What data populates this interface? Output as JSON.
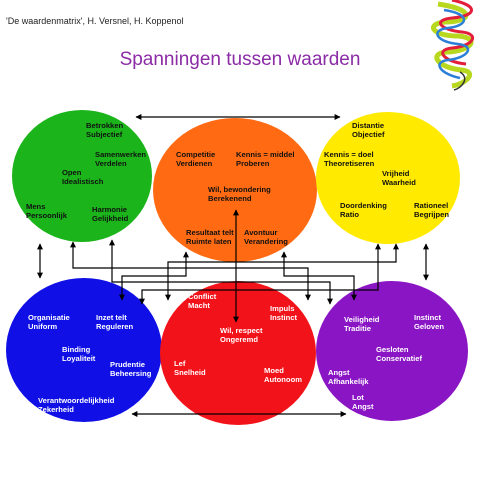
{
  "header": "'De waardenmatrix', H. Versnel, H.  Koppenol",
  "title": "Spanningen tussen waarden",
  "circles": [
    {
      "id": "green",
      "color": "#1bb51b",
      "text_class": "on-light",
      "labels": [
        [
          "Betrokken",
          "Subjectief"
        ],
        [
          "Samenwerken",
          "Verdelen"
        ],
        [
          "Open",
          "Idealistisch"
        ],
        [
          "Mens",
          "Persoonlijk"
        ],
        [
          "Harmonie",
          "Gelijkheid"
        ]
      ]
    },
    {
      "id": "orange",
      "color": "#ff6a12",
      "text_class": "on-light",
      "labels": [
        [
          "Competitie",
          "Verdienen"
        ],
        [
          "Kennis = middel",
          "Proberen"
        ],
        [
          "Wil, bewondering",
          "Berekenend"
        ],
        [
          "Resultaat telt",
          "Ruimte laten"
        ],
        [
          "Avontuur",
          "Verandering"
        ]
      ]
    },
    {
      "id": "yellow",
      "color": "#ffea00",
      "text_class": "on-light",
      "labels": [
        [
          "Distantie",
          "Objectief"
        ],
        [
          "Kennis = doel",
          "Theoretiseren"
        ],
        [
          "Vrijheid",
          "Waarheid"
        ],
        [
          "Doordenking",
          "Ratio"
        ],
        [
          "Rationeel",
          "Begrijpen"
        ]
      ]
    },
    {
      "id": "blue",
      "color": "#1010e6",
      "text_class": "on-dark",
      "labels": [
        [
          "Organisatie",
          "Uniform"
        ],
        [
          "Inzet telt",
          "Reguleren"
        ],
        [
          "Binding",
          "Loyaliteit"
        ],
        [
          "Prudentie",
          "Beheersing"
        ],
        [
          "Verantwoordelijkheid",
          "Zekerheid"
        ]
      ]
    },
    {
      "id": "red",
      "color": "#f2121a",
      "text_class": "on-dark",
      "labels": [
        [
          "Conflict",
          "Macht"
        ],
        [
          "Impuls",
          "Instinct"
        ],
        [
          "Wil, respect",
          "Ongeremd"
        ],
        [
          "Lef",
          "Snelheid"
        ],
        [
          "Moed",
          "Autonoom"
        ]
      ]
    },
    {
      "id": "purple",
      "color": "#8a15c4",
      "text_class": "on-dark",
      "labels": [
        [
          "Veiligheid",
          "Traditie"
        ],
        [
          "Instinct",
          "Geloven"
        ],
        [
          "Gesloten",
          "Conservatief"
        ],
        [
          "Angst",
          "Afhankelijk"
        ],
        [
          "Lot",
          "Angst"
        ]
      ]
    }
  ]
}
